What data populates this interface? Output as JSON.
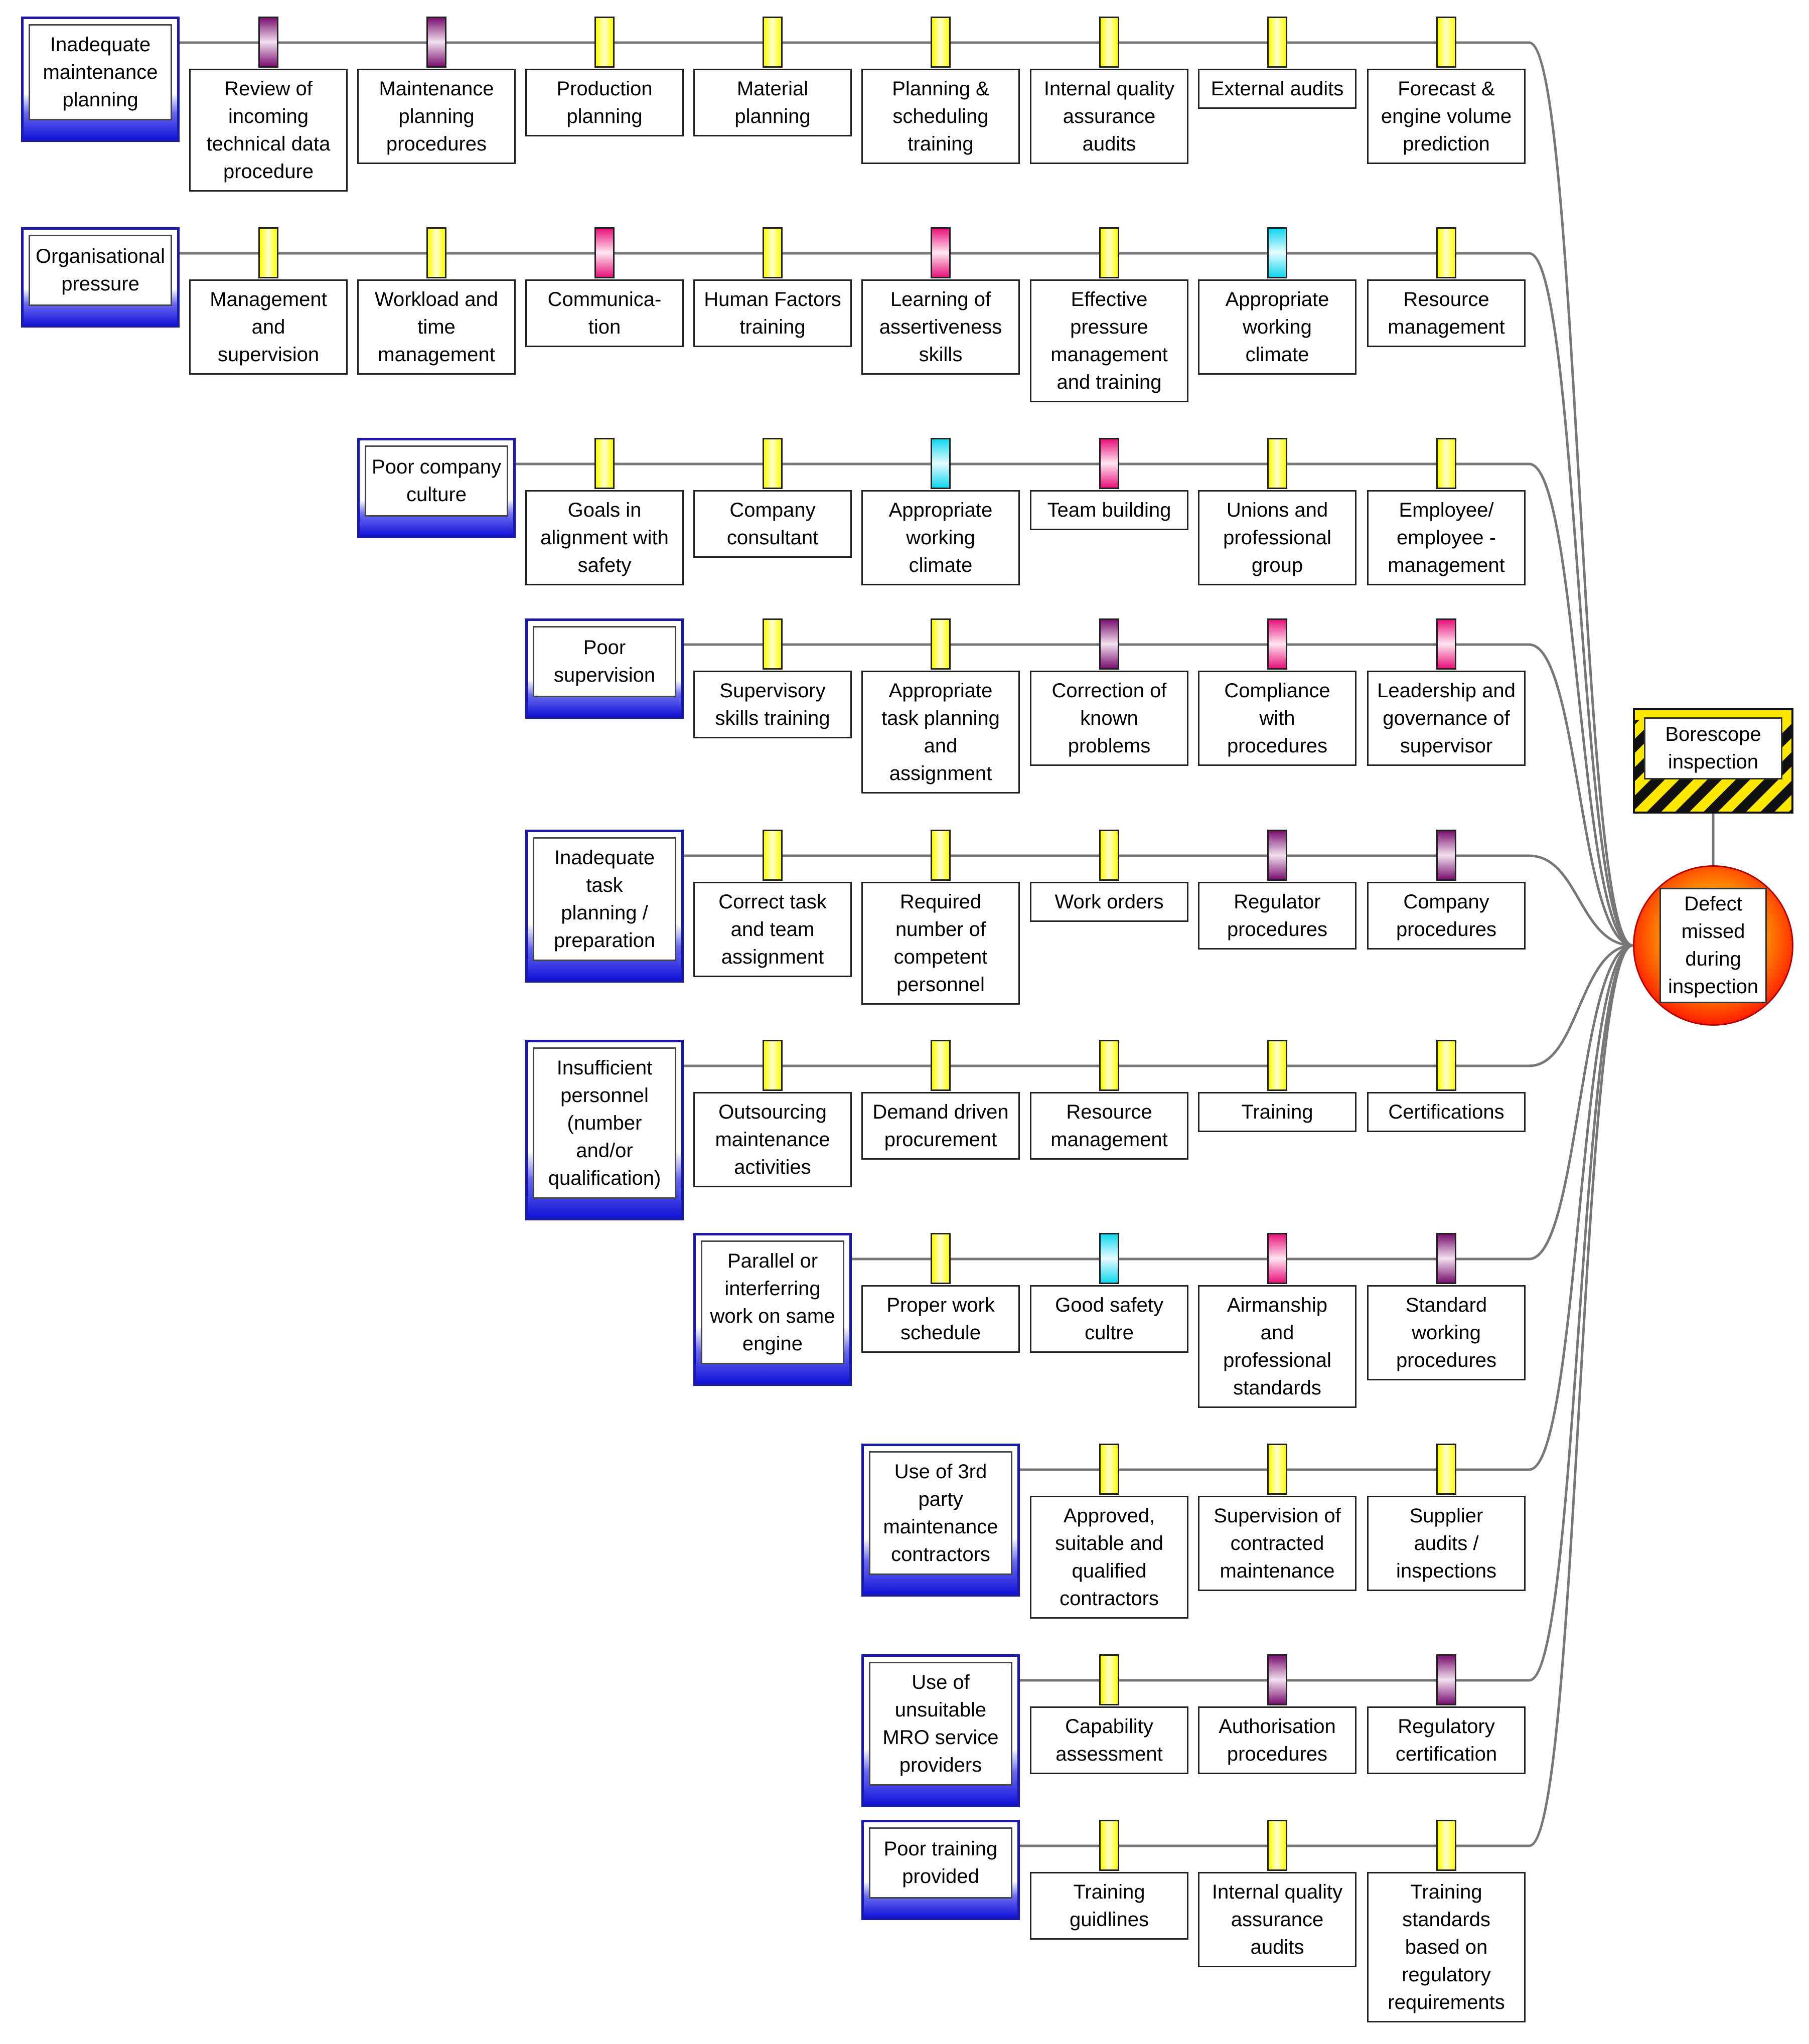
{
  "hazard": {
    "label": "Borescope\ninspection"
  },
  "top_event": {
    "label": "Defect\nmissed\nduring\ninspection"
  },
  "colors": {
    "yellow": "#ffff00",
    "purple": "#7a1070",
    "magenta": "#e8127a",
    "cyan": "#11d8f0",
    "threat_blue": "#1212d8",
    "top_event_red": "#ff1a00"
  },
  "threats": [
    {
      "label": "Inadequate\nmaintenance\nplanning",
      "barriers": [
        {
          "label": "Review of\nincoming\ntechnical data\nprocedure",
          "color": "purple"
        },
        {
          "label": "Maintenance\nplanning\nprocedures",
          "color": "purple"
        },
        {
          "label": "Production\nplanning",
          "color": "yellow"
        },
        {
          "label": "Material\nplanning",
          "color": "yellow"
        },
        {
          "label": "Planning &\nscheduling\ntraining",
          "color": "yellow"
        },
        {
          "label": "Internal quality\nassurance\naudits",
          "color": "yellow"
        },
        {
          "label": "External audits",
          "color": "yellow"
        },
        {
          "label": "Forecast &\nengine volume\nprediction",
          "color": "yellow"
        }
      ]
    },
    {
      "label": "Organisational\npressure",
      "barriers": [
        {
          "label": "Management\nand\nsupervision",
          "color": "yellow"
        },
        {
          "label": "Workload and\ntime\nmanagement",
          "color": "yellow"
        },
        {
          "label": "Communica-\ntion",
          "color": "magenta"
        },
        {
          "label": "Human Factors\ntraining",
          "color": "yellow"
        },
        {
          "label": "Learning of\nassertiveness\nskills",
          "color": "magenta"
        },
        {
          "label": "Effective\npressure\nmanagement\nand training",
          "color": "yellow"
        },
        {
          "label": "Appropriate\nworking\nclimate",
          "color": "cyan"
        },
        {
          "label": "Resource\nmanagement",
          "color": "yellow"
        }
      ]
    },
    {
      "label": "Poor company\nculture",
      "barriers": [
        {
          "label": "Goals in\nalignment with\nsafety",
          "color": "yellow"
        },
        {
          "label": "Company\nconsultant",
          "color": "yellow"
        },
        {
          "label": "Appropriate\nworking\nclimate",
          "color": "cyan"
        },
        {
          "label": "Team building",
          "color": "magenta"
        },
        {
          "label": "Unions and\nprofessional\ngroup",
          "color": "yellow"
        },
        {
          "label": "Employee/\nemployee -\nmanagement",
          "color": "yellow"
        }
      ]
    },
    {
      "label": "Poor\nsupervision",
      "barriers": [
        {
          "label": "Supervisory\nskills training",
          "color": "yellow"
        },
        {
          "label": "Appropriate\ntask planning\nand\nassignment",
          "color": "yellow"
        },
        {
          "label": "Correction of\nknown\nproblems",
          "color": "purple"
        },
        {
          "label": "Compliance\nwith\nprocedures",
          "color": "magenta"
        },
        {
          "label": "Leadership and\ngovernance of\nsupervisor",
          "color": "magenta"
        }
      ]
    },
    {
      "label": "Inadequate\ntask\nplanning /\npreparation",
      "barriers": [
        {
          "label": "Correct task\nand team\nassignment",
          "color": "yellow"
        },
        {
          "label": "Required\nnumber of\ncompetent\npersonnel",
          "color": "yellow"
        },
        {
          "label": "Work orders",
          "color": "yellow"
        },
        {
          "label": "Regulator\nprocedures",
          "color": "purple"
        },
        {
          "label": "Company\nprocedures",
          "color": "purple"
        }
      ]
    },
    {
      "label": "Insufficient\npersonnel\n(number\nand/or\nqualification)",
      "barriers": [
        {
          "label": "Outsourcing\nmaintenance\nactivities",
          "color": "yellow"
        },
        {
          "label": "Demand driven\nprocurement",
          "color": "yellow"
        },
        {
          "label": "Resource\nmanagement",
          "color": "yellow"
        },
        {
          "label": "Training",
          "color": "yellow"
        },
        {
          "label": "Certifications",
          "color": "yellow"
        }
      ]
    },
    {
      "label": "Parallel or\ninterferring\nwork on same\nengine",
      "barriers": [
        {
          "label": "Proper work\nschedule",
          "color": "yellow"
        },
        {
          "label": "Good safety\ncultre",
          "color": "cyan"
        },
        {
          "label": "Airmanship\nand\nprofessional\nstandards",
          "color": "magenta"
        },
        {
          "label": "Standard\nworking\nprocedures",
          "color": "purple"
        }
      ]
    },
    {
      "label": "Use of 3rd\nparty\nmaintenance\ncontractors",
      "barriers": [
        {
          "label": "Approved,\nsuitable and\nqualified\ncontractors",
          "color": "yellow"
        },
        {
          "label": "Supervision of\ncontracted\nmaintenance",
          "color": "yellow"
        },
        {
          "label": "Supplier\naudits /\ninspections",
          "color": "yellow"
        }
      ]
    },
    {
      "label": "Use of\nunsuitable\nMRO service\nproviders",
      "barriers": [
        {
          "label": "Capability\nassessment",
          "color": "yellow"
        },
        {
          "label": "Authorisation\nprocedures",
          "color": "purple"
        },
        {
          "label": "Regulatory\ncertification",
          "color": "purple"
        }
      ]
    },
    {
      "label": "Poor training\nprovided",
      "barriers": [
        {
          "label": "Training\nguidlines",
          "color": "yellow"
        },
        {
          "label": "Internal quality\nassurance\naudits",
          "color": "yellow"
        },
        {
          "label": "Training\nstandards\nbased on\nregulatory\nrequirements",
          "color": "yellow"
        }
      ]
    }
  ]
}
